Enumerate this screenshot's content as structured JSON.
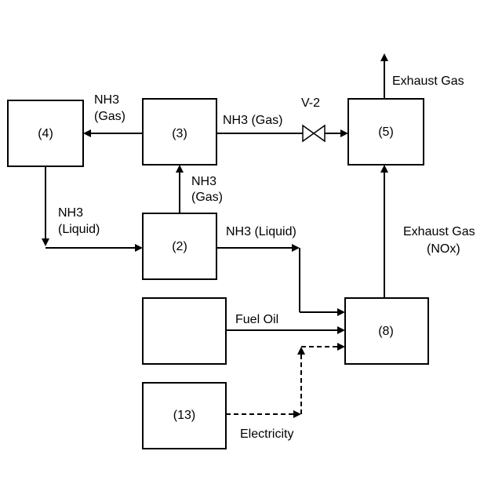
{
  "boxes": {
    "box_4": "(4)",
    "box_3": "(3)",
    "box_5": "(5)",
    "box_2": "(2)",
    "box_8": "(8)",
    "box_13": "(13)",
    "box_blank": ""
  },
  "valve": "V-2",
  "labels": {
    "nh3_gas_to_4_line1": "NH3",
    "nh3_gas_to_4_line2": "(Gas)",
    "nh3_gas_to_5": "NH3 (Gas)",
    "nh3_gas_from_2_line1": "NH3",
    "nh3_gas_from_2_line2": "(Gas)",
    "nh3_liquid_to_2_line1": "NH3",
    "nh3_liquid_to_2_line2": "(Liquid)",
    "nh3_liquid_to_8": "NH3 (Liquid)",
    "exhaust_gas_top": "Exhaust Gas",
    "exhaust_gas_nox_line1": "Exhaust Gas",
    "exhaust_gas_nox_line2": "(NOx)",
    "fuel_oil": "Fuel Oil",
    "electricity": "Electricity"
  }
}
